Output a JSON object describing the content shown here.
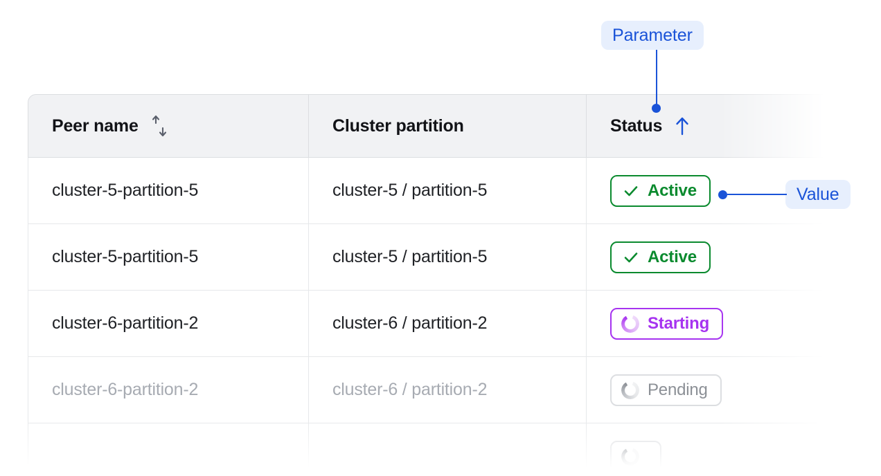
{
  "table": {
    "columns": [
      {
        "label": "Peer name",
        "sort_icon": "sort-updown-icon",
        "sort_state": "none"
      },
      {
        "label": "Cluster partition",
        "sort_icon": null,
        "sort_state": "none"
      },
      {
        "label": "Status",
        "sort_icon": "arrow-up-icon",
        "sort_state": "ascending"
      }
    ],
    "rows": [
      {
        "peer_name": "cluster-5-partition-5",
        "cluster_partition": "cluster-5 / partition-5",
        "status": "Active",
        "status_kind": "active",
        "status_icon": "check-icon",
        "dimmed": false
      },
      {
        "peer_name": "cluster-5-partition-5",
        "cluster_partition": "cluster-5 / partition-5",
        "status": "Active",
        "status_kind": "active",
        "status_icon": "check-icon",
        "dimmed": false
      },
      {
        "peer_name": "cluster-6-partition-2",
        "cluster_partition": "cluster-6 / partition-2",
        "status": "Starting",
        "status_kind": "starting",
        "status_icon": "spinner-icon",
        "dimmed": false
      },
      {
        "peer_name": "cluster-6-partition-2",
        "cluster_partition": "cluster-6 / partition-2",
        "status": "Pending",
        "status_kind": "pending",
        "status_icon": "spinner-icon",
        "dimmed": true
      }
    ]
  },
  "annotations": [
    {
      "id": "parameter",
      "label": "Parameter",
      "target": "status-column-header"
    },
    {
      "id": "value",
      "label": "Value",
      "target": "status-badge-row-1"
    }
  ],
  "colors": {
    "accent_blue": "#1a53d8",
    "annotation_chip_bg": "#e7effd",
    "status_active": "#0a8a2e",
    "status_starting": "#a633f0",
    "status_pending": "#8c9096",
    "header_bg": "#f1f2f4",
    "border": "#dcdee1",
    "row_border": "#e6e8ea",
    "text_primary": "#202226",
    "text_dimmed": "#a7abb2"
  }
}
